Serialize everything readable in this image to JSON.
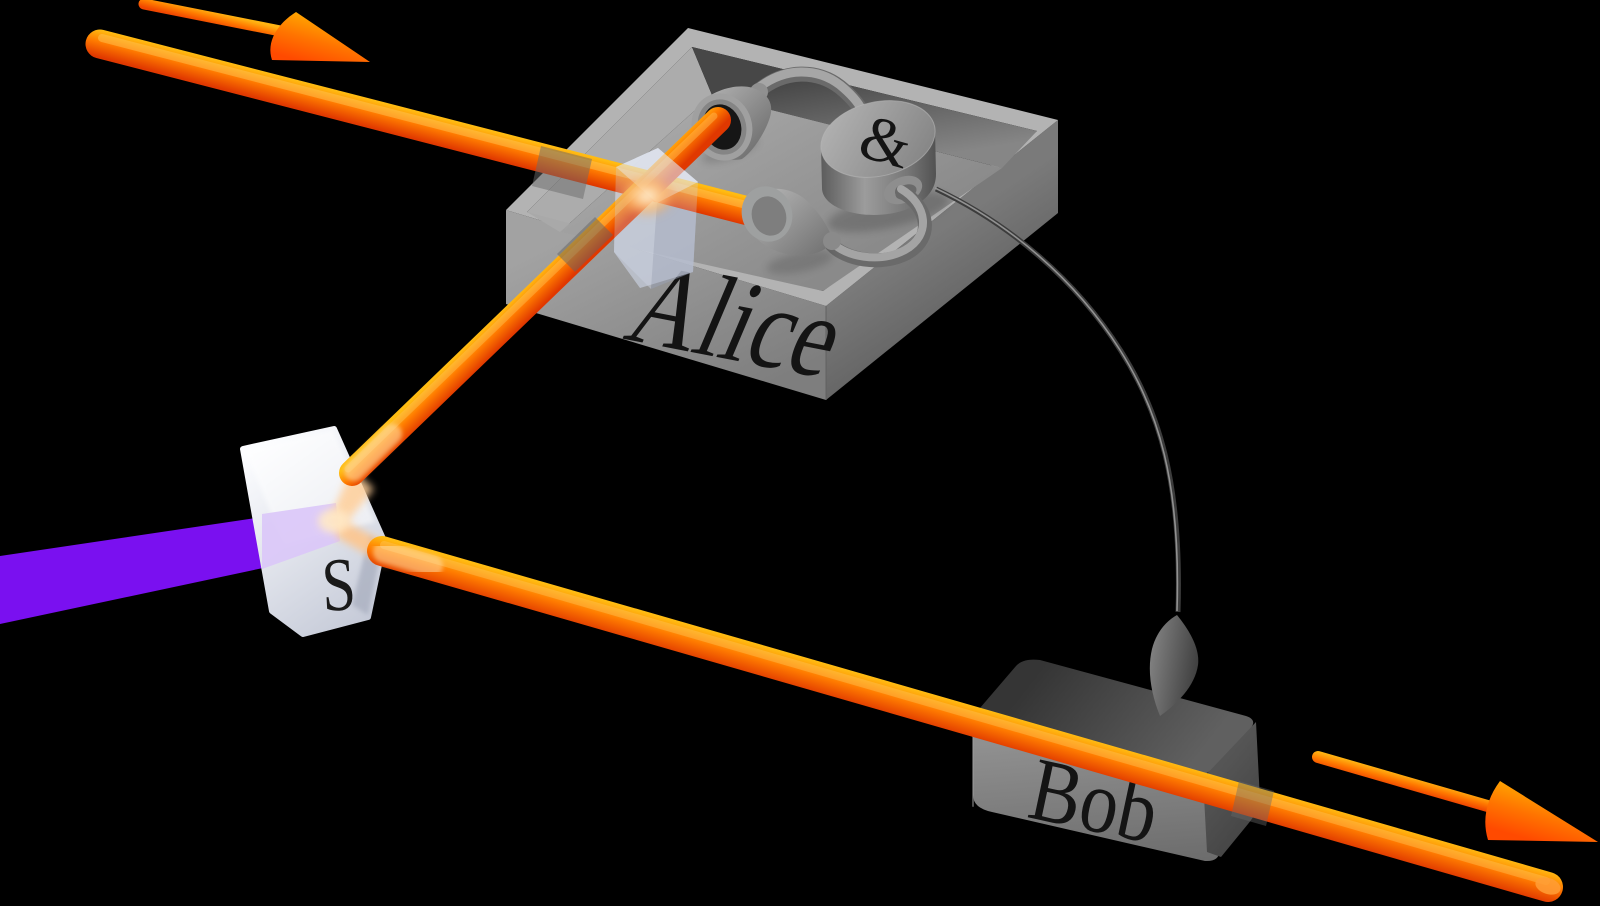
{
  "labels": {
    "alice": "Alice",
    "bob": "Bob",
    "source": "S",
    "coincidence": "&"
  },
  "colors": {
    "background": "#000000",
    "beam_highlight": "#FFBC12",
    "beam_mid": "#FF7B00",
    "beam_shadow": "#E03800",
    "pump_beam": "#7A10F0",
    "chassis_gray": "#8F8F8F",
    "chassis_dark": "#565656",
    "splitter_glass": "#C9CFDE",
    "wire_dark": "#3C3C3C",
    "label_text": "#141414"
  }
}
